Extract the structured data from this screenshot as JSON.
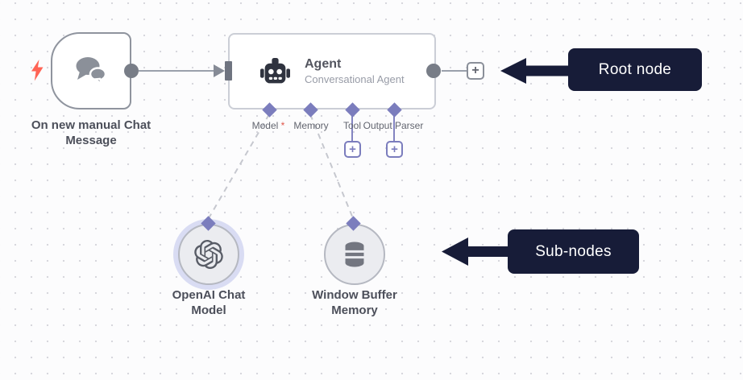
{
  "canvas": {
    "background": "#fcfcfd",
    "dot_color": "#d7d7dd"
  },
  "colors": {
    "node_border_gray": "#8f949e",
    "agent_border_gray": "#cbced6",
    "connector_gray": "#9aa0ab",
    "endpoint_gray": "#787d87",
    "port_purple": "#7b7dbd",
    "dashed_line_gray": "#c6c8cf",
    "annotation_navy": "#171c38",
    "bolt_red": "#ff6455",
    "halo_lavender": "#d9dcf3",
    "required_red": "#e0564a"
  },
  "glyphs": {
    "plus": "+",
    "required_marker": "*"
  },
  "nodes": {
    "trigger": {
      "label": "On new manual Chat Message",
      "icon": "chat-bubbles-icon"
    },
    "agent": {
      "title": "Agent",
      "subtitle": "Conversational Agent",
      "icon": "robot-icon",
      "ports": [
        {
          "label": "Model",
          "required": true
        },
        {
          "label": "Memory",
          "required": false
        },
        {
          "label": "Tool",
          "required": false
        },
        {
          "label": "Output Parser",
          "required": false
        }
      ]
    },
    "openai_chat_model": {
      "label": "OpenAI Chat\nModel",
      "icon": "openai-logo-icon",
      "selected": true
    },
    "window_buffer_memory": {
      "label": "Window Buffer\nMemory",
      "icon": "database-icon",
      "selected": false
    }
  },
  "annotations": {
    "root": {
      "label": "Root node"
    },
    "subnodes": {
      "label": "Sub-nodes"
    }
  }
}
